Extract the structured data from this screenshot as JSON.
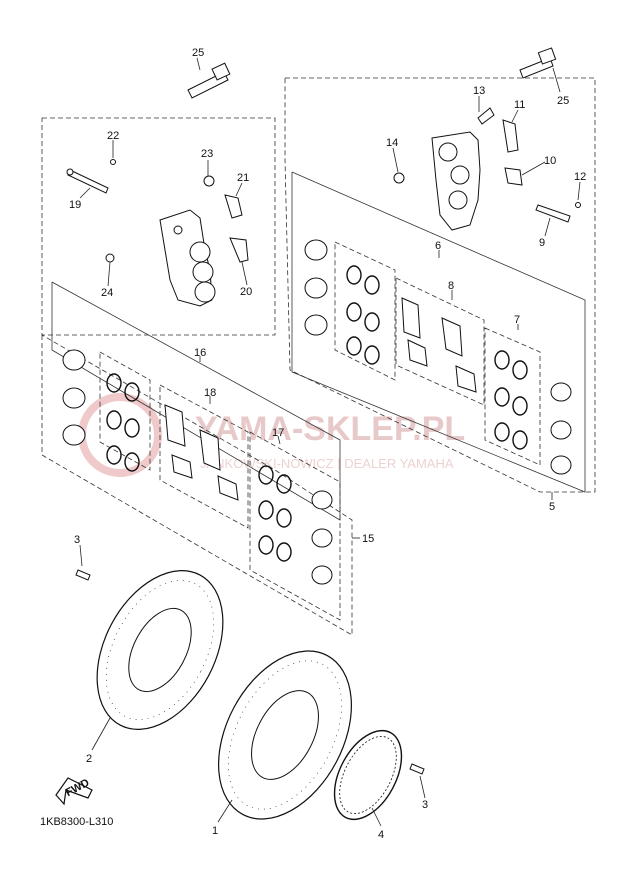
{
  "diagram": {
    "code": "1KB8300-L310",
    "fwd_label": "FWD",
    "watermark": {
      "main": "YAMA-SKLEP.PL",
      "sub": "JANKOWSKI-NOWICZ | DEALER YAMAHA"
    },
    "callouts": [
      "25",
      "22",
      "23",
      "21",
      "19",
      "24",
      "20",
      "16",
      "18",
      "17",
      "15",
      "13",
      "11",
      "14",
      "10",
      "12",
      "9",
      "6",
      "8",
      "7",
      "5",
      "3",
      "2",
      "1",
      "4"
    ]
  }
}
